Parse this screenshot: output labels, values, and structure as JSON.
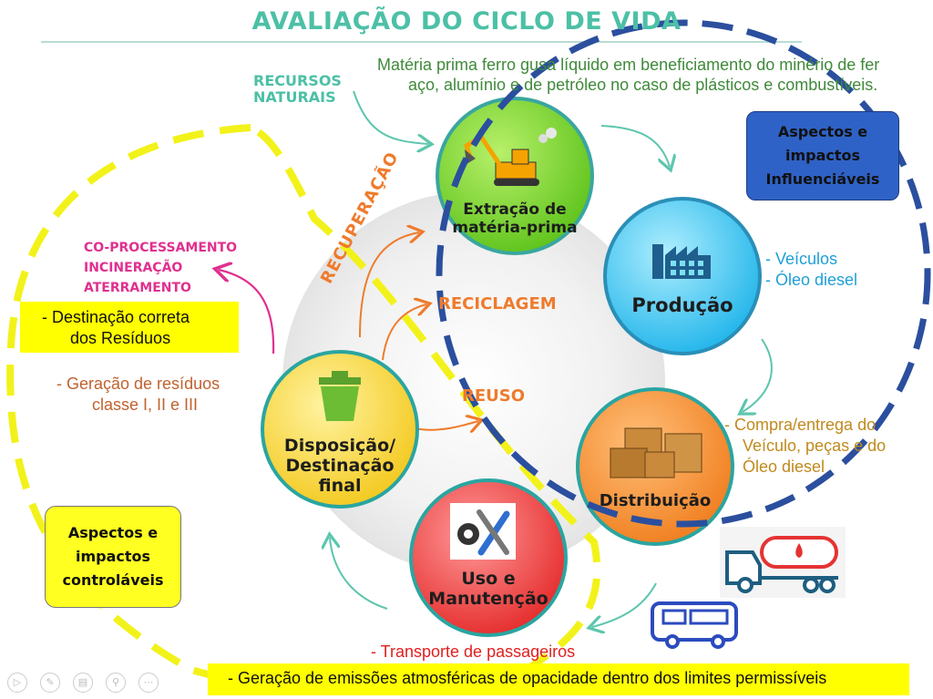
{
  "header": {
    "title": "AVALIAÇÃO DO CICLO DE VIDA"
  },
  "source_text": {
    "line1": "Matéria prima ferro gusa líquido em beneficiamento do minério de fer",
    "line2": "aço, alumínio e de petróleo no caso de plásticos e combustíveis."
  },
  "labels": {
    "recursos_1": "RECURSOS",
    "recursos_2": "NATURAIS",
    "coproc": "CO-PROCESSAMENTO",
    "incineracao": "INCINERAÇÃO",
    "aterramento": "ATERRAMENTO",
    "recuperacao": "RECUPERAÇÃO",
    "reciclagem": "RECICLAGEM",
    "reuso": "REUSO"
  },
  "stages": {
    "extracao": {
      "line1": "Extração de",
      "line2": "matéria-prima"
    },
    "producao": {
      "line1": "Produção"
    },
    "distribuicao": {
      "line1": "Distribuição"
    },
    "uso": {
      "line1": "Uso e",
      "line2": "Manutenção"
    },
    "disposicao": {
      "line1": "Disposição/",
      "line2": "Destinação",
      "line3": "final"
    }
  },
  "notes": {
    "destinacao_1": "-  Destinação correta",
    "destinacao_2": "dos Resíduos",
    "residuos_1": "-  Geração de resíduos",
    "residuos_2": "classe I, II e III",
    "veiculos": "-  Veículos",
    "diesel": "-  Óleo diesel",
    "compra_1": "-  Compra/entrega do",
    "compra_2": "Veículo, peças e do",
    "compra_3": "Óleo diesel",
    "transporte": "-  Transporte de passageiros",
    "emissoes": "-  Geração de emissões atmosféricas de opacidade dentro dos limites permissíveis"
  },
  "boxes": {
    "influenciaveis": {
      "line1": "Aspectos e",
      "line2": "impactos",
      "line3": "Influenciáveis"
    },
    "controlaveis": {
      "line1": "Aspectos e",
      "line2": "impactos",
      "line3": "controláveis"
    }
  },
  "colors": {
    "title": "#4cc0a6",
    "extracao": "#7ed321",
    "producao": "#35c3f0",
    "distribuicao": "#f5912d",
    "uso": "#ef3b3b",
    "disposicao": "#f7d42c",
    "blue_dash": "#2b4f9e",
    "yellow_dash": "#f2f21a"
  },
  "icons": [
    "excavator-icon",
    "factory-icon",
    "boxes-icon",
    "tools-icon",
    "trash-bin-icon",
    "tanker-truck-icon",
    "bus-icon"
  ],
  "slide_controls": [
    "play-icon",
    "pen-icon",
    "slides-icon",
    "zoom-icon",
    "more-icon"
  ]
}
